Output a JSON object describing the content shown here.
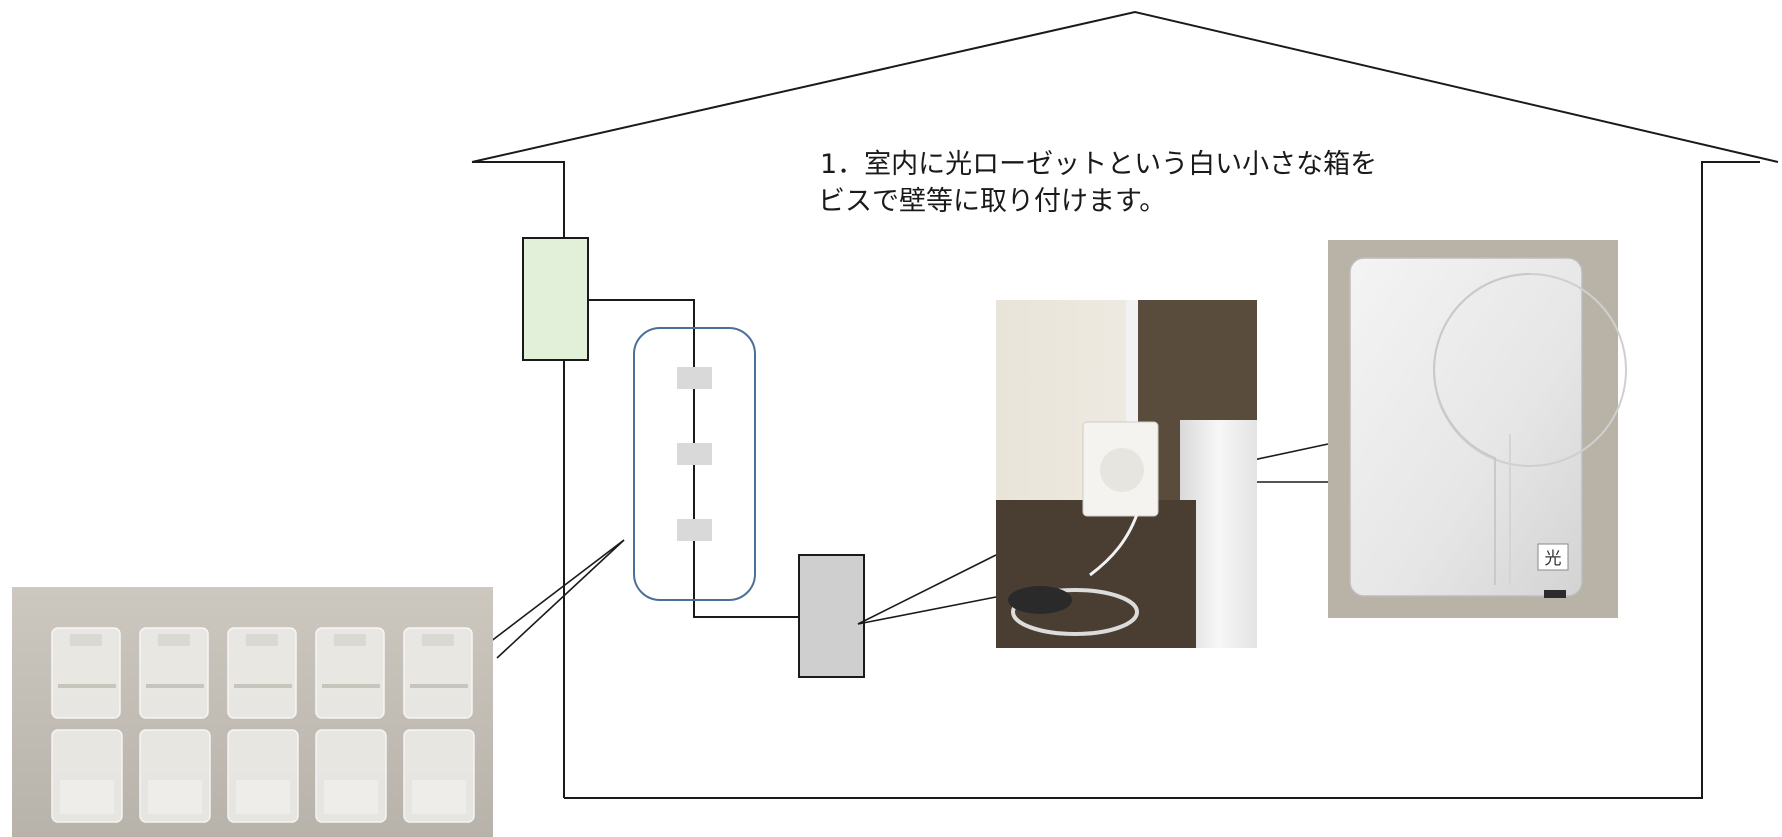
{
  "caption": {
    "line1": "1．室内に光ローゼットという白い小さな箱を",
    "line2": "ビスで壁等に取り付けます。"
  },
  "rosette_label": "光",
  "colors": {
    "outline": "#1a1a1a",
    "wall_box_fill": "#e2efd9",
    "clip_group_stroke": "#4a709a",
    "clip_fill": "#d9d9d9",
    "rosette_fill": "#cfcfcf"
  },
  "icons": {
    "clips_photo": "clear-cable-clips-photo",
    "install_photo": "installed-rosette-photo",
    "rosette_photo": "optical-rosette-closeup-photo"
  }
}
